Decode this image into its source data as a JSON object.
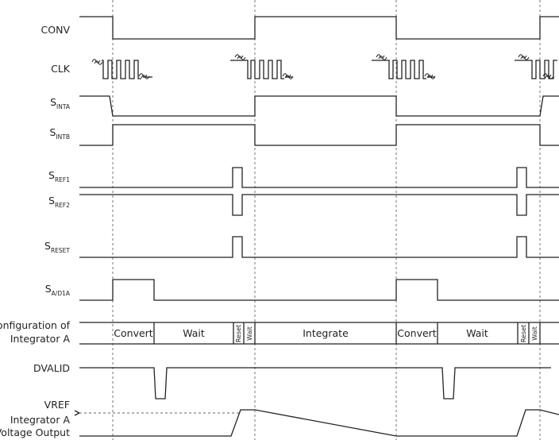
{
  "signals": {
    "conv": "CONV",
    "clk": "CLK",
    "sinta": {
      "base": "S",
      "sub": "INTA"
    },
    "sintb": {
      "base": "S",
      "sub": "INTB"
    },
    "sref1": {
      "base": "S",
      "sub": "REF1"
    },
    "sref2": {
      "base": "S",
      "sub": "REF2"
    },
    "sreset": {
      "base": "S",
      "sub": "RESET"
    },
    "sad1a": {
      "base": "S",
      "sub": "A/D1A"
    },
    "config": {
      "line1": "Configuration of",
      "line2": "Integrator A"
    },
    "dvalid": "DVALID",
    "vref": "VREF",
    "intout": {
      "line1": "Integrator A",
      "line2": "Voltage Output"
    }
  },
  "phases": {
    "convert1": "Convert",
    "wait1": "Wait",
    "reset1": "Reset",
    "wait1b": "Wait",
    "integrate": "Integrate",
    "convert2": "Convert",
    "wait2": "Wait",
    "reset2": "Reset",
    "wait2b": "Wait"
  }
}
